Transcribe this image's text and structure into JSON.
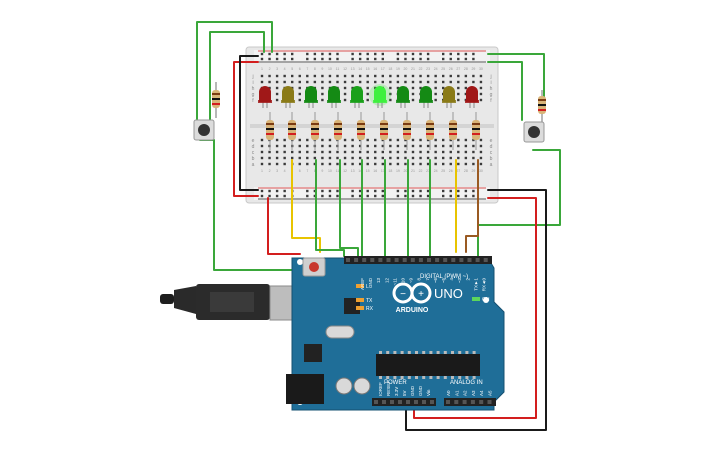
{
  "colors": {
    "background": "#ffffff",
    "board_blue": "#1f6e98",
    "board_edge": "#2a85b5",
    "breadboard": "#e6e6e6",
    "wire_green": "#3aa73a",
    "wire_red": "#d31e1e",
    "wire_black": "#1a1a1a",
    "wire_yellow": "#e8c400",
    "wire_brown": "#9a5a22",
    "usb_plug": "#2a2a2a",
    "usb_metal": "#bdbdbd"
  },
  "leds": [
    {
      "color": "#a01818",
      "lit": false
    },
    {
      "color": "#8a7a18",
      "lit": false
    },
    {
      "color": "#148a14",
      "lit": false
    },
    {
      "color": "#148a14",
      "lit": false
    },
    {
      "color": "#1aa01a",
      "lit": false
    },
    {
      "color": "#3ef03e",
      "lit": true
    },
    {
      "color": "#148a14",
      "lit": false
    },
    {
      "color": "#148a14",
      "lit": false
    },
    {
      "color": "#8a7a18",
      "lit": false
    },
    {
      "color": "#a01818",
      "lit": false
    }
  ],
  "breadboard": {
    "column_numbers": [
      "1",
      "2",
      "3",
      "4",
      "5",
      "6",
      "7",
      "8",
      "9",
      "10",
      "11",
      "12",
      "13",
      "14",
      "15",
      "16",
      "17",
      "18",
      "19",
      "20",
      "21",
      "22",
      "23",
      "24",
      "25",
      "26",
      "27",
      "28",
      "29",
      "30"
    ],
    "row_letters": [
      "j",
      "i",
      "h",
      "g",
      "f",
      "e",
      "d",
      "c",
      "b",
      "a"
    ]
  },
  "arduino": {
    "brand_text": "ARDUINO",
    "model_text": "UNO",
    "digital_label": "DIGITAL (PWM ~)",
    "power_label": "POWER",
    "analog_label": "ANALOG IN",
    "on_label": "ON",
    "tx_label": "TX",
    "rx_label": "RX",
    "l_label": "L",
    "digital_pins": [
      "AREF",
      "GND",
      "13",
      "12",
      "~11",
      "~10",
      "~9",
      "8",
      "7",
      "~6",
      "~5",
      "4",
      "~3",
      "2",
      "TX►1",
      "RX◄0"
    ],
    "power_pins": [
      "IOREF",
      "RESET",
      "3.3V",
      "5V",
      "GND",
      "GND",
      "Vin"
    ],
    "analog_pins": [
      "A0",
      "A1",
      "A2",
      "A3",
      "A4",
      "A5"
    ]
  }
}
